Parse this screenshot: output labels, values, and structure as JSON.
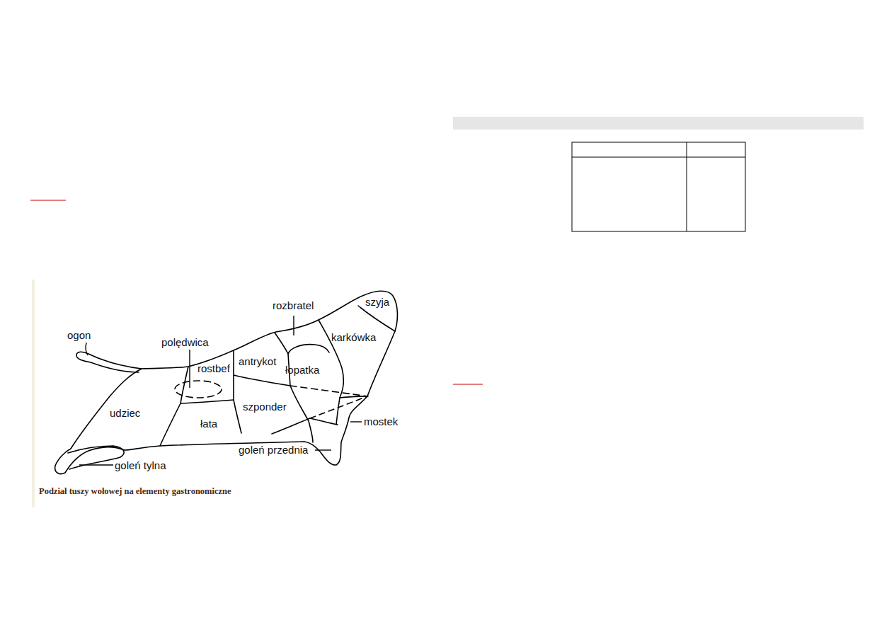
{
  "diagram": {
    "caption": "Podział tuszy wołowej na elementy gastronomiczne",
    "labels": [
      "rozbratel",
      "szyja",
      "ogon",
      "polędwica",
      "karkówka",
      "rostbef",
      "antrykot",
      "łopatka",
      "udziec",
      "szponder",
      "łata",
      "mostek",
      "goleń przednia",
      "goleń tylna"
    ]
  }
}
